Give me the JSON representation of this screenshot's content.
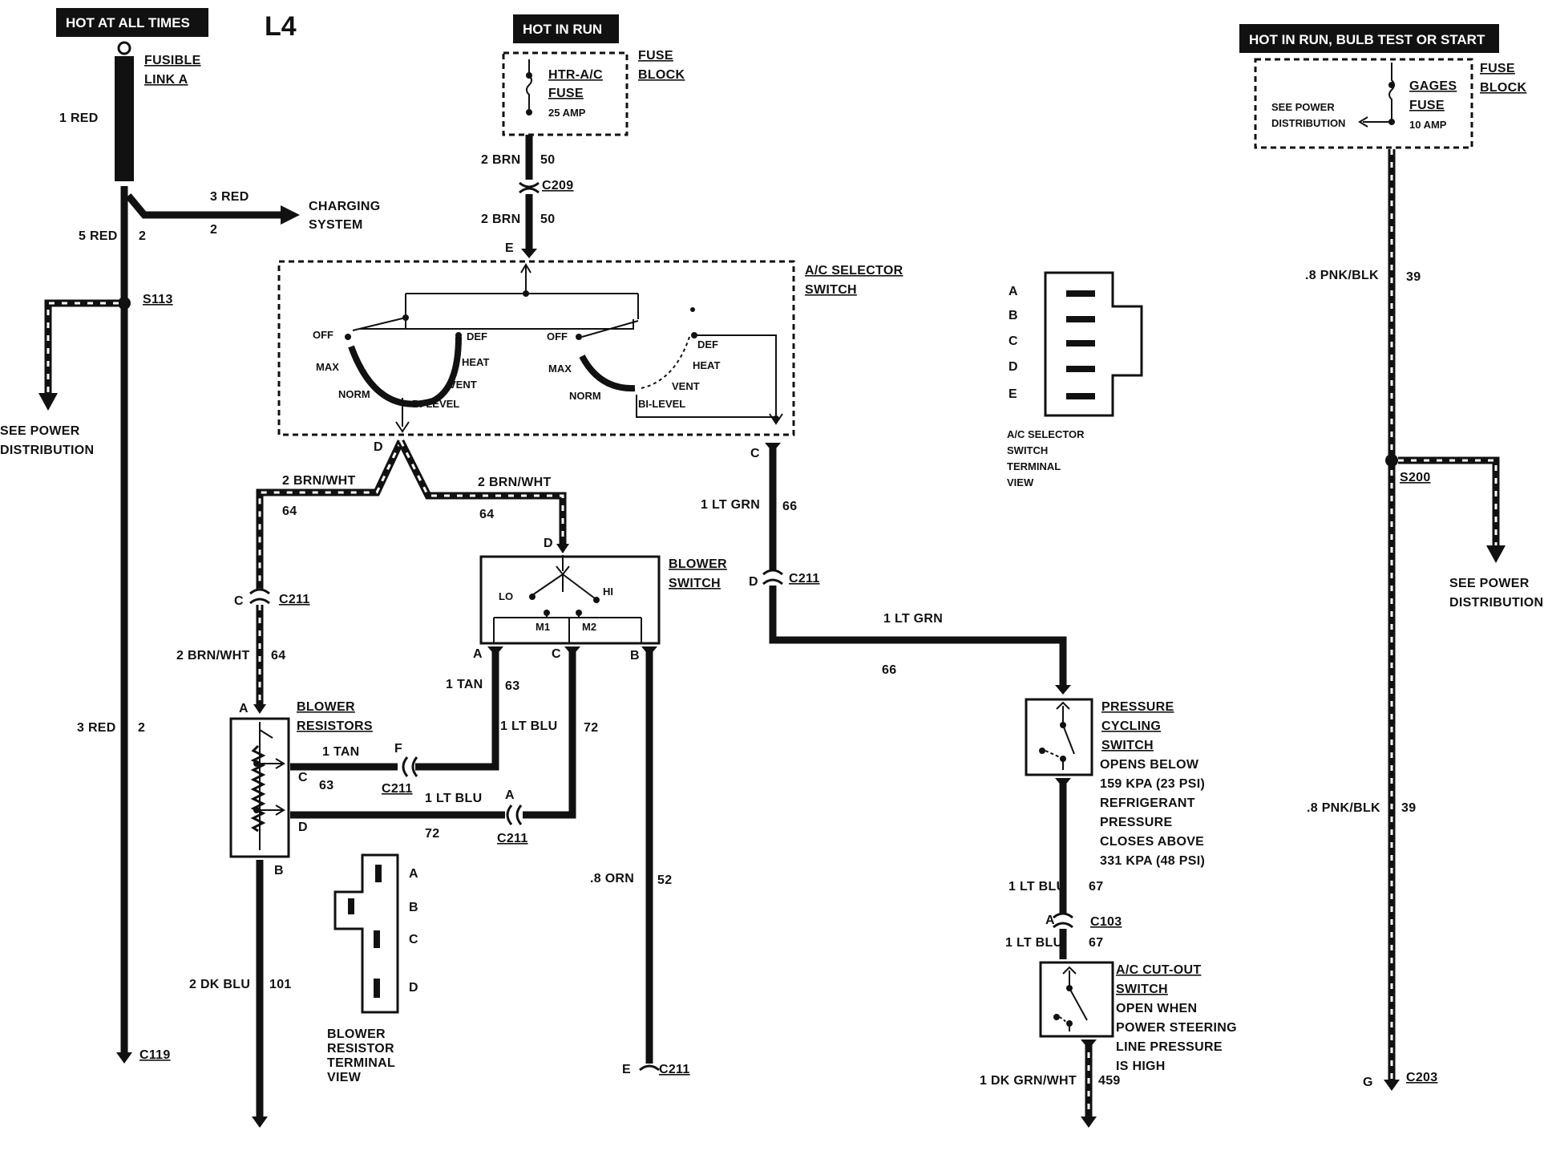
{
  "title": "L4",
  "power_tags": {
    "hot_at_all_times": "HOT AT ALL TIMES",
    "hot_in_run": "HOT IN RUN",
    "hot_in_run_bulb_test_or_start": "HOT IN RUN, BULB TEST OR START"
  },
  "fusible_link": {
    "line1": "FUSIBLE",
    "line2": "LINK A"
  },
  "left_power": {
    "wire_1_red": "1 RED",
    "wire_5_red": "5 RED",
    "wire_5_red_num": "2",
    "wire_3_red_top": "3 RED",
    "wire_3_red_top_num": "2",
    "charging_line1": "CHARGING",
    "charging_line2": "SYSTEM",
    "splice": "S113",
    "see_power_line1": "SEE POWER",
    "see_power_line2": "DISTRIBUTION",
    "wire_3_red_bottom": "3 RED",
    "wire_3_red_bottom_num": "2",
    "connector_bottom": "C119"
  },
  "htr_fuse_block": {
    "fuse_line1": "HTR-A/C",
    "fuse_line2": "FUSE",
    "fuse_rating": "25 AMP",
    "block_line1": "FUSE",
    "block_line2": "BLOCK",
    "wire_a": "2 BRN",
    "wire_a_num": "50",
    "connector": "C209",
    "wire_b": "2 BRN",
    "wire_b_num": "50",
    "terminal_e": "E"
  },
  "ac_selector": {
    "label_line1": "A/C SELECTOR",
    "label_line2": "SWITCH",
    "left_positions": {
      "off": "OFF",
      "max": "MAX",
      "norm": "NORM",
      "def": "DEF",
      "heat": "HEAT",
      "vent": "VENT",
      "bilevel": "BI-LEVEL"
    },
    "right_positions": {
      "off": "OFF",
      "max": "MAX",
      "norm": "NORM",
      "def": "DEF",
      "heat": "HEAT",
      "vent": "VENT",
      "bilevel": "BI-LEVEL"
    },
    "terminal_d": "D",
    "terminal_c": "C"
  },
  "brn_wht_wires": {
    "left": "2 BRN/WHT",
    "left_num": "64",
    "right": "2 BRN/WHT",
    "right_num": "64",
    "c211_terminal": "C",
    "c211": "C211",
    "lower": "2 BRN/WHT",
    "lower_num": "64",
    "resistor_terminal_a": "A"
  },
  "blower_switch": {
    "label_line1": "BLOWER",
    "label_line2": "SWITCH",
    "lo": "LO",
    "hi": "HI",
    "m1": "M1",
    "m2": "M2",
    "terminal_d": "D",
    "terminal_a": "A",
    "terminal_c": "C",
    "terminal_b": "B"
  },
  "blower_resistors": {
    "label_line1": "BLOWER",
    "label_line2": "RESISTORS",
    "terminal_c": "C",
    "terminal_d": "D",
    "terminal_b": "B"
  },
  "speed_wires": {
    "tan_vertical": "1 TAN",
    "tan_vertical_num": "63",
    "tan_horizontal": "1 TAN",
    "tan_horizontal_num": "63",
    "tan_terminal": "F",
    "tan_connector": "C211",
    "blu_vertical": "1 LT BLU",
    "blu_vertical_num": "72",
    "blu_horizontal": "1 LT BLU",
    "blu_horizontal_num": "72",
    "blu_terminal": "A",
    "blu_connector": "C211",
    "orn": ".8 ORN",
    "orn_num": "52",
    "orn_terminal": "E",
    "orn_connector": "C211",
    "dk_blu": "2 DK BLU",
    "dk_blu_num": "101"
  },
  "resistor_view": {
    "pins": [
      "A",
      "B",
      "C",
      "D"
    ],
    "caption": [
      "BLOWER",
      "RESISTOR",
      "TERMINAL",
      "VIEW"
    ]
  },
  "selector_view": {
    "pins": [
      "A",
      "B",
      "C",
      "D",
      "E"
    ],
    "caption": [
      "A/C SELECTOR",
      "SWITCH",
      "TERMINAL",
      "VIEW"
    ]
  },
  "lt_grn_circuit": {
    "wire_a": "1 LT GRN",
    "wire_a_num": "66",
    "terminal_d": "D",
    "connector": "C211",
    "wire_b": "1 LT GRN",
    "wire_b_num": "66"
  },
  "pressure_switch": {
    "label": [
      "PRESSURE",
      "CYCLING",
      "SWITCH"
    ],
    "desc": [
      "OPENS BELOW",
      "159 KPA (23 PSI)",
      "REFRIGERANT",
      "PRESSURE",
      "CLOSES ABOVE",
      "331 KPA (48 PSI)"
    ],
    "wire_a": "1 LT BLU",
    "wire_a_num": "67",
    "terminal_a": "A",
    "connector": "C103",
    "wire_b": "1 LT BLU",
    "wire_b_num": "67"
  },
  "cutout_switch": {
    "label": [
      "A/C CUT-OUT",
      "SWITCH"
    ],
    "desc": [
      "OPEN WHEN",
      "POWER STEERING",
      "LINE PRESSURE",
      "IS HIGH"
    ],
    "wire": "1 DK GRN/WHT",
    "wire_num": "459"
  },
  "gages_fuse_block": {
    "fuse_line1": "GAGES",
    "fuse_line2": "FUSE",
    "fuse_rating": "10 AMP",
    "block_line1": "FUSE",
    "block_line2": "BLOCK",
    "see_power_line1": "SEE POWER",
    "see_power_line2": "DISTRIBUTION",
    "wire_a": ".8 PNK/BLK",
    "wire_a_num": "39",
    "splice": "S200",
    "see_power2_line1": "SEE POWER",
    "see_power2_line2": "DISTRIBUTION",
    "wire_b": ".8 PNK/BLK",
    "wire_b_num": "39",
    "terminal_g": "G",
    "connector": "C203"
  }
}
